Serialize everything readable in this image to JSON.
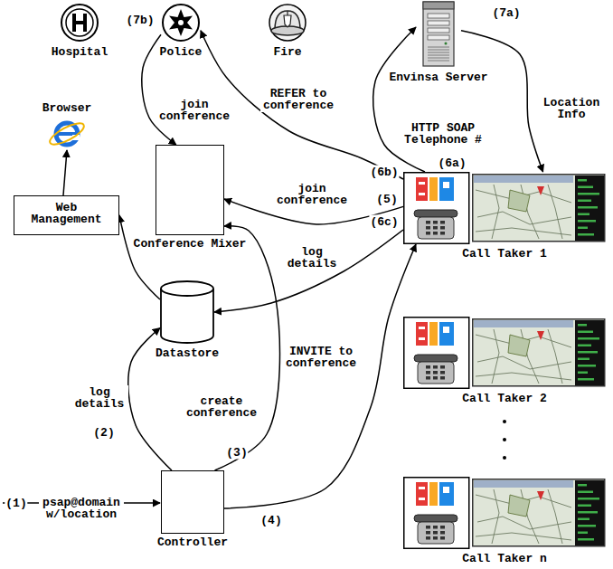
{
  "diagram": {
    "nodes": [
      {
        "text": [
          "Hospital"
        ]
      },
      {
        "text": [
          "Police"
        ]
      },
      {
        "text": [
          "Fire"
        ]
      },
      {
        "text": [
          "Envinsa Server"
        ]
      },
      {
        "text": [
          "Browser"
        ]
      },
      {
        "text": [
          "Conference Mixer"
        ]
      },
      {
        "text": [
          "Web Management"
        ]
      },
      {
        "text": [
          "Datastore"
        ]
      },
      {
        "text": [
          "Call Taker 1"
        ]
      },
      {
        "text": [
          "Call Taker 2"
        ]
      },
      {
        "text": [
          "Call Taker n"
        ]
      },
      {
        "text": [
          "Controller"
        ]
      }
    ],
    "edges": [
      {
        "from": 8,
        "to": 1,
        "arrow": "to",
        "label": "REFER to conference"
      },
      {
        "from": 1,
        "to": 5,
        "arrow": "to",
        "label": "join conference"
      },
      {
        "from": 8,
        "to": 3,
        "arrow": "to",
        "label": "HTTP SOAP Telephone #"
      },
      {
        "from": 3,
        "to": 8,
        "arrow": "to",
        "label": "Location Info"
      },
      {
        "from": 8,
        "to": 5,
        "arrow": "to",
        "label": "join conference"
      },
      {
        "from": 8,
        "to": 7,
        "arrow": "to",
        "label": "log details"
      },
      {
        "from": 7,
        "to": 6,
        "arrow": "to"
      },
      {
        "from": 6,
        "to": 4,
        "arrow": "to"
      },
      {
        "from": 11,
        "to": 7,
        "arrow": "to",
        "label": "log details"
      },
      {
        "from": 11,
        "to": 5,
        "arrow": "to",
        "label": "create conference"
      },
      {
        "from": 11,
        "to": 8,
        "arrow": "to",
        "label": "INVITE to conference"
      }
    ],
    "labels": [
      "(7a)",
      "(7b)",
      "(6a)",
      "(6b)",
      "(5)",
      "(6c)",
      "(2)",
      "(3)",
      "(4)",
      "(1)",
      "psap@domain w/location"
    ]
  }
}
